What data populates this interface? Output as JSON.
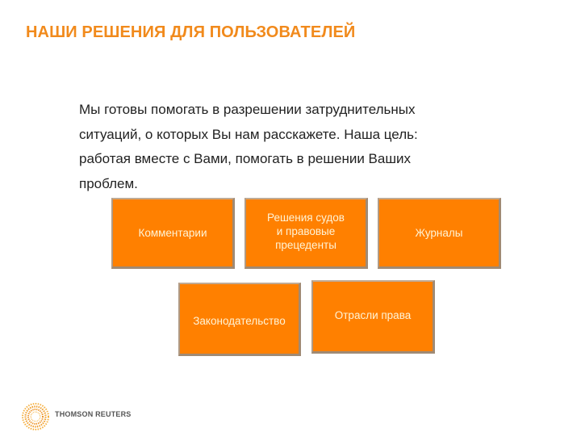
{
  "slide": {
    "title": "НАШИ РЕШЕНИЯ ДЛЯ ПОЛЬЗОВАТЕЛЕЙ",
    "body_lines": [
      "Мы готовы помогать в разрешении затруднительных",
      "ситуаций, о которых Вы нам расскажете. Наша цель:",
      "работая вместе с Вами, помогать в решении Ваших",
      "проблем."
    ],
    "boxes": [
      {
        "label": "Комментарии"
      },
      {
        "label": "Решения судов и правовые прецеденты",
        "lines": [
          "Решения судов",
          "и правовые",
          "прецеденты"
        ]
      },
      {
        "label": "Журналы"
      },
      {
        "label": "Законодательство"
      },
      {
        "label": "Отрасли права"
      }
    ],
    "colors": {
      "title": "#f18a1c",
      "box_fill": "#ff8000",
      "box_text": "#fff3d6"
    }
  },
  "footer": {
    "logo_text": "THOMSON REUTERS",
    "logo_icon": "thomson-reuters-logo-icon"
  }
}
